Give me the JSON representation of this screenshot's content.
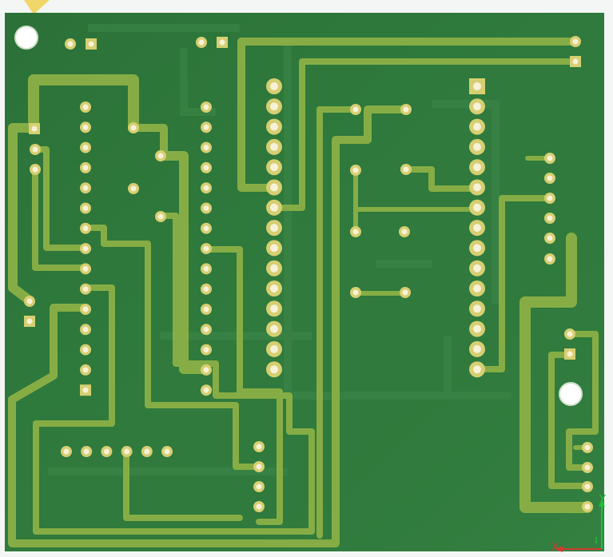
{
  "window": {
    "title": "3D PCB View"
  },
  "colors": {
    "board": "#2f7a3c",
    "board_dark": "#286b34",
    "trace": "#86ad45",
    "pad_ring": "#d6cf72",
    "pad_hole": "#f7f1d8",
    "mount_hole": "#ffffff",
    "edge_glow": "#e9c94a",
    "axis_y": "#1fbf3a",
    "axis_x": "#d23a2e"
  },
  "axes": {
    "y_label": "Y",
    "x_label": "X"
  },
  "icons": [
    "mount-hole-icon",
    "corner-marker-icon",
    "axis-gizmo-icon"
  ]
}
